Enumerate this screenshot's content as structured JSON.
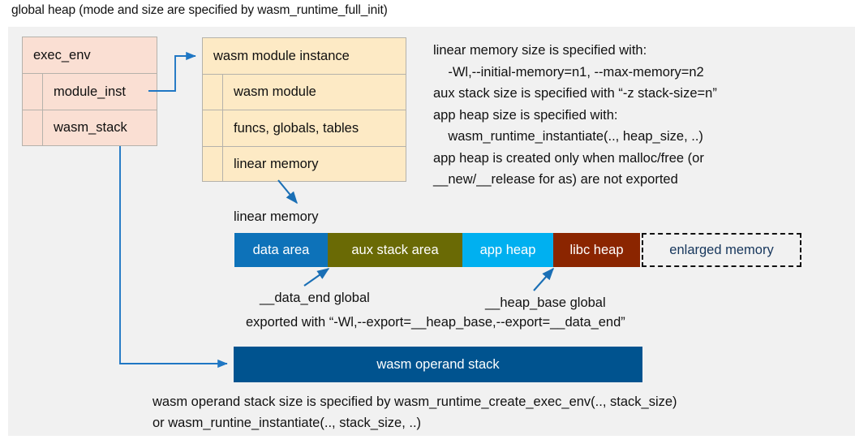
{
  "title": "global heap (mode and size are specified by wasm_runtime_full_init)",
  "colors": {
    "panel_bg": "#f1f1f1",
    "exec_env_fill": "#fadfd3",
    "module_instance_fill": "#fdeac5",
    "struct_border": "#b5b2ab",
    "arrow": "#1f77c4",
    "data_area": "#0d72b9",
    "aux_stack_area": "#6a6a05",
    "app_heap": "#00b0f0",
    "libc_heap": "#8b2500",
    "enlarged_memory_text": "#16365c",
    "operand_stack": "#00538f"
  },
  "exec_env_box": {
    "header": "exec_env",
    "fields": [
      "module_inst",
      "wasm_stack"
    ]
  },
  "module_instance_box": {
    "header": "wasm module instance",
    "fields": [
      "wasm module",
      "funcs, globals, tables",
      "linear memory"
    ]
  },
  "notes": {
    "right_block": "linear memory size is specified with:\n    -Wl,--initial-memory=n1, --max-memory=n2\naux stack size is specified with “-z stack-size=n”\napp heap size is specified with:\n    wasm_runtime_instantiate(.., heap_size, ..)\napp heap is created only when malloc/free (or\n__new/__release for as) are not exported",
    "bottom_block": "wasm operand stack size is specified by wasm_runtime_create_exec_env(.., stack_size)\nor wasm_runtine_instantiate(.., stack_size, ..)"
  },
  "linear_memory": {
    "label": "linear memory",
    "segments": [
      {
        "label": "data area",
        "color": "#0d72b9",
        "width": 115
      },
      {
        "label": "aux stack area",
        "color": "#6a6a05",
        "width": 166
      },
      {
        "label": "app heap",
        "color": "#00b0f0",
        "width": 112
      },
      {
        "label": "libc heap",
        "color": "#8b2500",
        "width": 107
      },
      {
        "label": "enlarged memory",
        "color": "#f1f1f1",
        "width": 197
      }
    ]
  },
  "annotations": {
    "data_end": "__data_end global",
    "heap_base": "__heap_base global",
    "exported_with": "exported with “-Wl,--export=__heap_base,--export=__data_end”"
  },
  "operand_stack": {
    "label": "wasm operand stack"
  }
}
